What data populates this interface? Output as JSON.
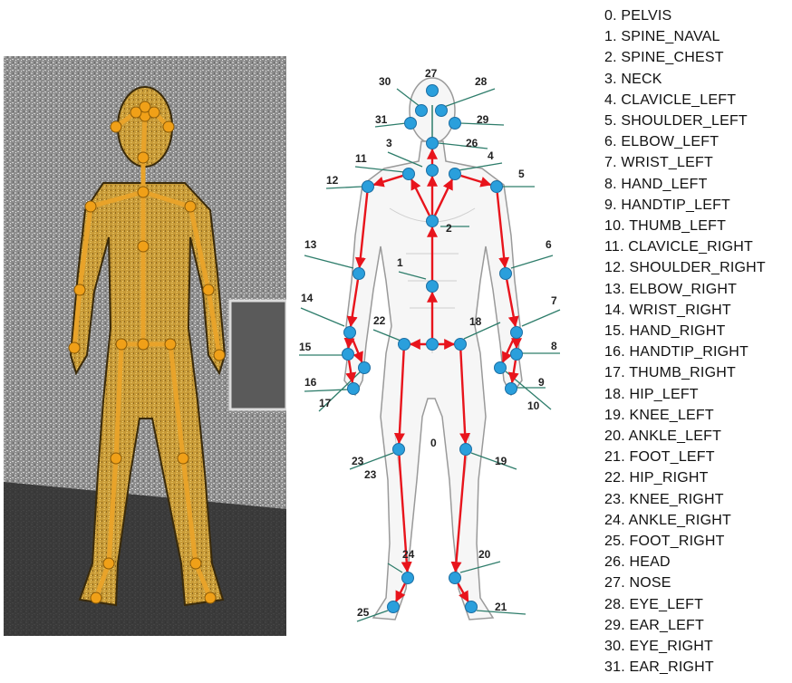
{
  "joints": [
    {
      "id": "0",
      "name": "PELVIS"
    },
    {
      "id": "1",
      "name": "SPINE_NAVAL"
    },
    {
      "id": "2",
      "name": "SPINE_CHEST"
    },
    {
      "id": "3",
      "name": "NECK"
    },
    {
      "id": "4",
      "name": "CLAVICLE_LEFT"
    },
    {
      "id": "5",
      "name": "SHOULDER_LEFT"
    },
    {
      "id": "6",
      "name": "ELBOW_LEFT"
    },
    {
      "id": "7",
      "name": "WRIST_LEFT"
    },
    {
      "id": "8",
      "name": "HAND_LEFT"
    },
    {
      "id": "9",
      "name": "HANDTIP_LEFT"
    },
    {
      "id": "10",
      "name": "THUMB_LEFT"
    },
    {
      "id": "11",
      "name": "CLAVICLE_RIGHT"
    },
    {
      "id": "12",
      "name": "SHOULDER_RIGHT"
    },
    {
      "id": "13",
      "name": "ELBOW_RIGHT"
    },
    {
      "id": "14",
      "name": "WRIST_RIGHT"
    },
    {
      "id": "15",
      "name": "HAND_RIGHT"
    },
    {
      "id": "16",
      "name": "HANDTIP_RIGHT"
    },
    {
      "id": "17",
      "name": "THUMB_RIGHT"
    },
    {
      "id": "18",
      "name": "HIP_LEFT"
    },
    {
      "id": "19",
      "name": "KNEE_LEFT"
    },
    {
      "id": "20",
      "name": "ANKLE_LEFT"
    },
    {
      "id": "21",
      "name": "FOOT_LEFT"
    },
    {
      "id": "22",
      "name": "HIP_RIGHT"
    },
    {
      "id": "23",
      "name": "KNEE_RIGHT"
    },
    {
      "id": "24",
      "name": "ANKLE_RIGHT"
    },
    {
      "id": "25",
      "name": "FOOT_RIGHT"
    },
    {
      "id": "26",
      "name": "HEAD"
    },
    {
      "id": "27",
      "name": "NOSE"
    },
    {
      "id": "28",
      "name": "EYE_LEFT"
    },
    {
      "id": "29",
      "name": "EAR_LEFT"
    },
    {
      "id": "30",
      "name": "EYE_RIGHT"
    },
    {
      "id": "31",
      "name": "EAR_RIGHT"
    }
  ],
  "diagram_labels": [
    "0",
    "1",
    "2",
    "3",
    "4",
    "5",
    "6",
    "7",
    "8",
    "9",
    "10",
    "11",
    "12",
    "13",
    "14",
    "15",
    "16",
    "17",
    "18",
    "19",
    "20",
    "21",
    "22",
    "23",
    "23",
    "24",
    "25",
    "26",
    "27",
    "28",
    "29",
    "30",
    "31"
  ],
  "colors": {
    "joint_dot": "#2a9fdc",
    "bone_arrow": "#e8141c",
    "callout_line": "#2e7d6b",
    "skeleton": "#e8a32a",
    "body_overlay": "#c9a13b",
    "depth_bg": "#8a8a8a"
  }
}
